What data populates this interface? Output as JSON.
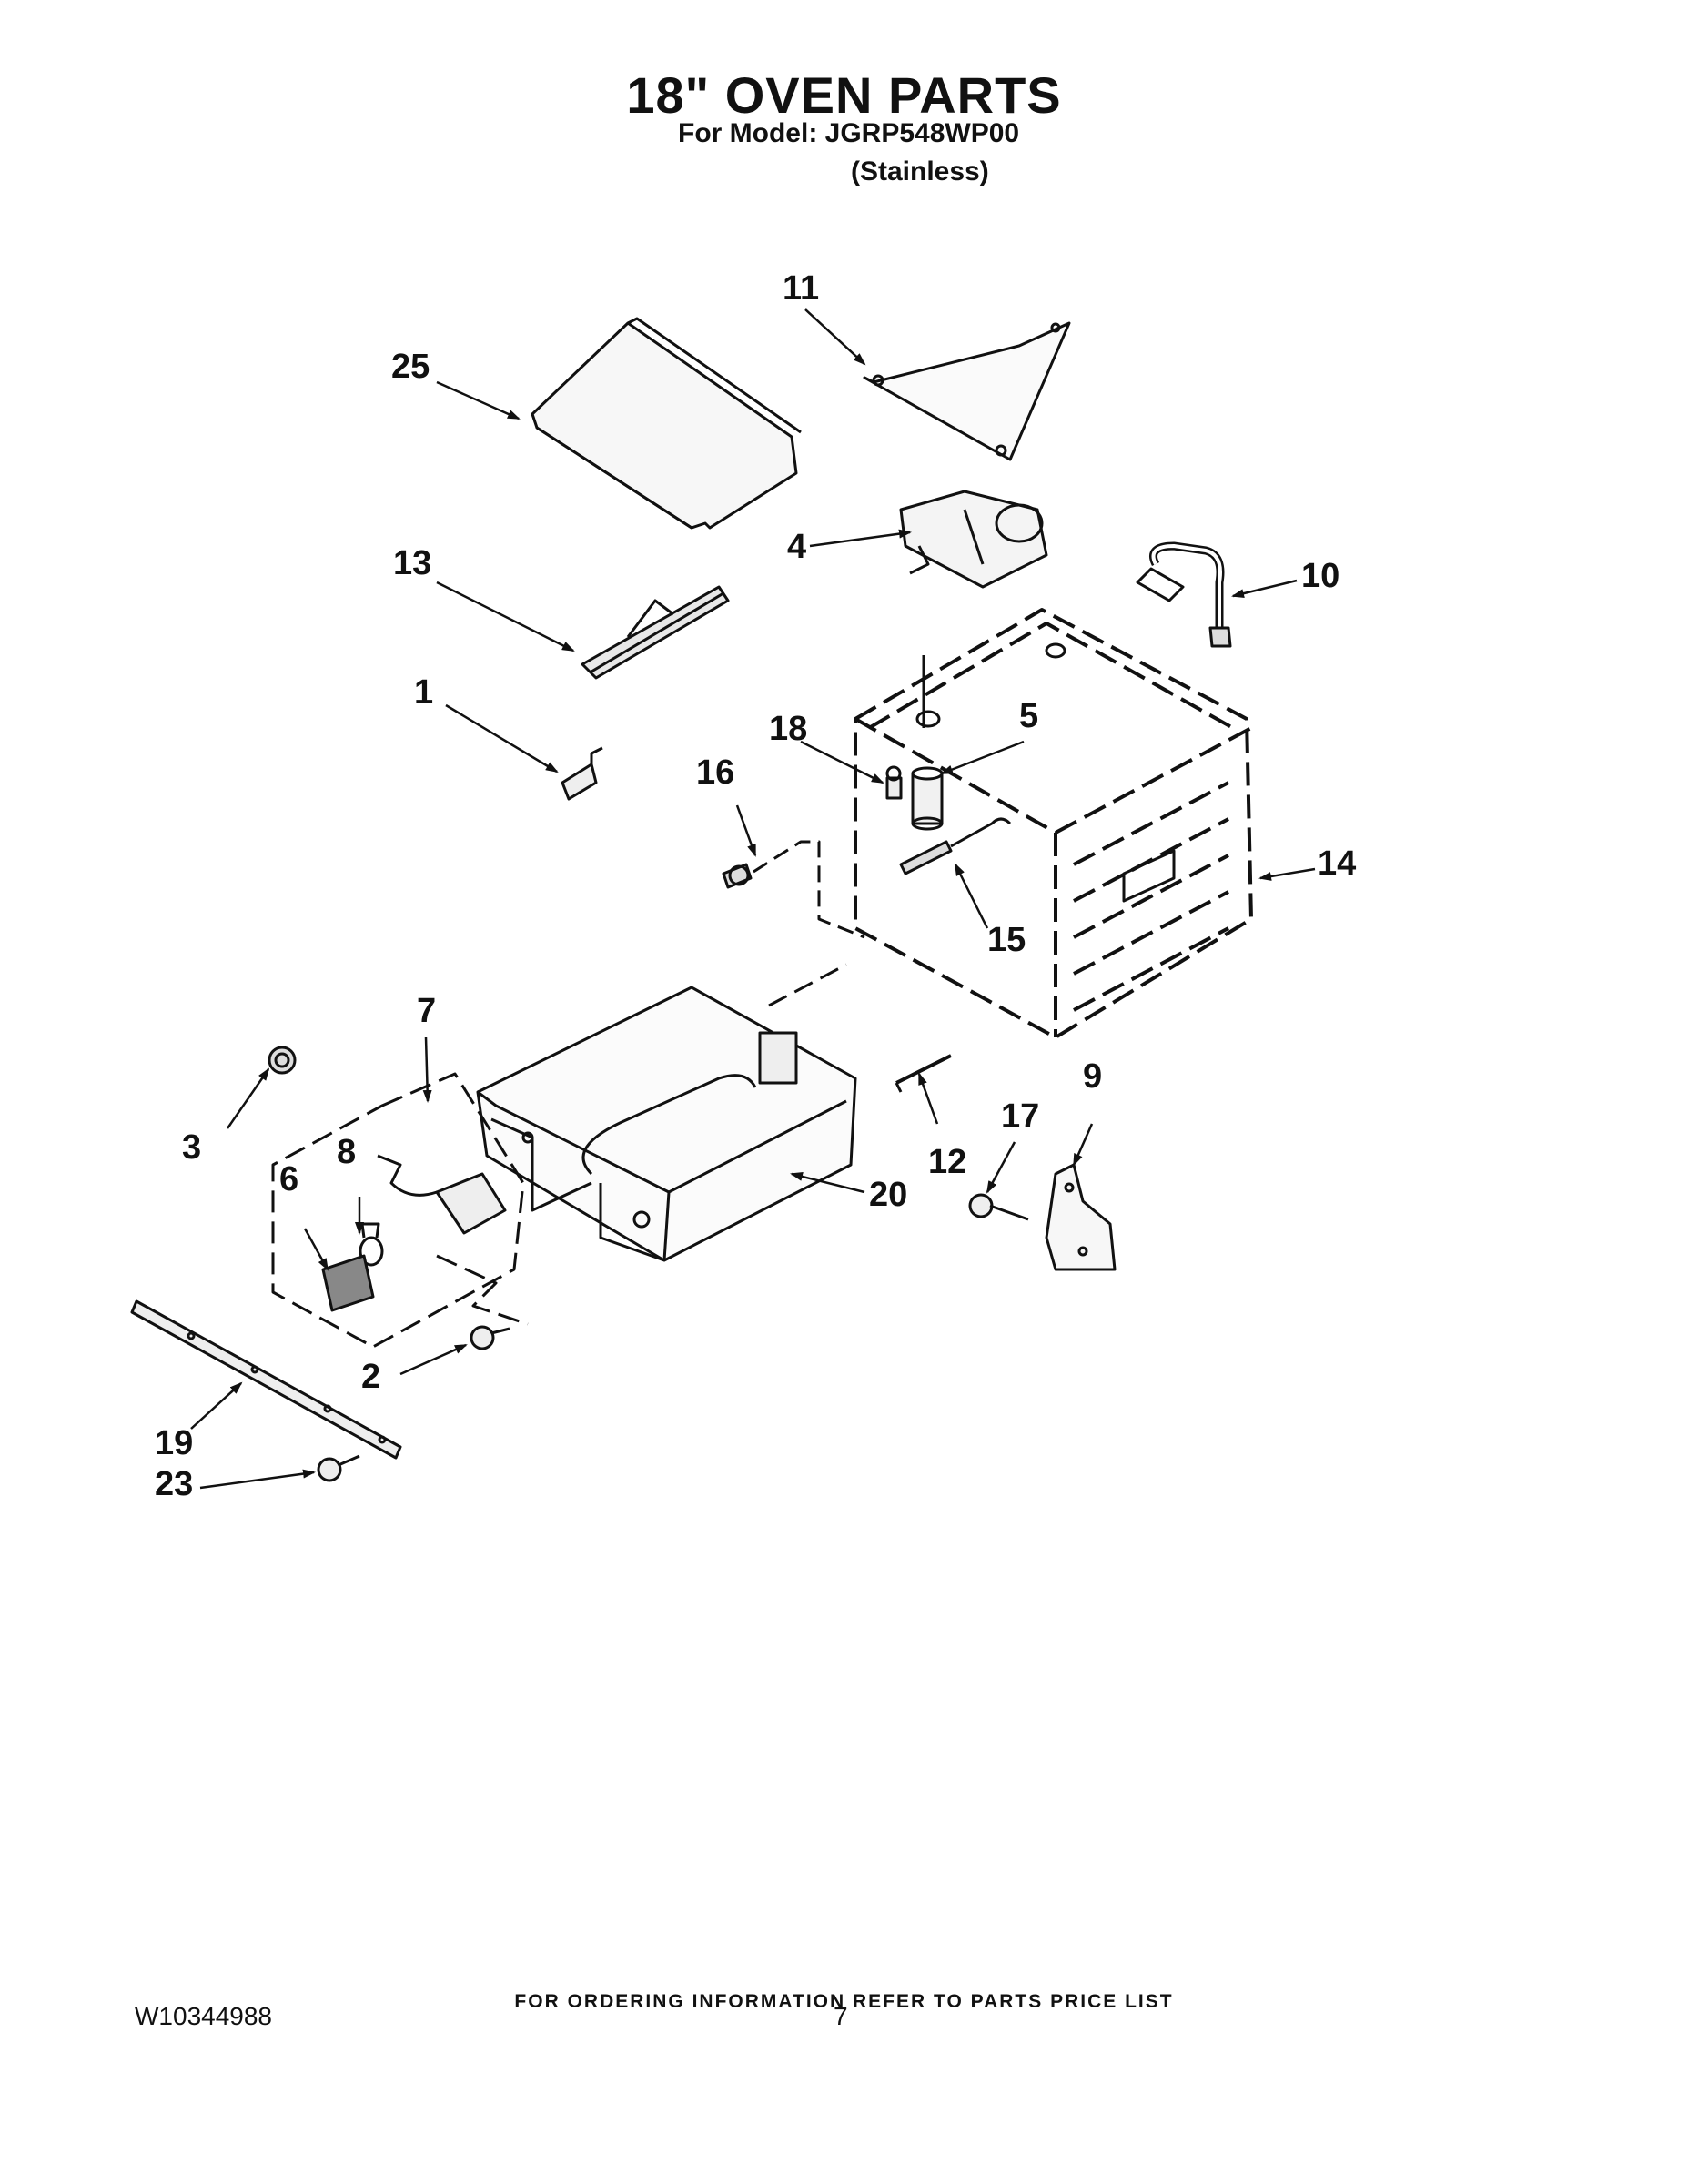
{
  "header": {
    "title": "18\" OVEN PARTS",
    "model_line": "For Model: JGRP548WP00",
    "finish": "(Stainless)"
  },
  "footer": {
    "order_info": "FOR ORDERING INFORMATION REFER TO PARTS PRICE LIST",
    "doc_number": "W10344988",
    "page_number": "7"
  },
  "callouts": {
    "c1": "1",
    "c2": "2",
    "c3": "3",
    "c4": "4",
    "c5": "5",
    "c6": "6",
    "c7": "7",
    "c8": "8",
    "c9": "9",
    "c10": "10",
    "c11": "11",
    "c12": "12",
    "c13": "13",
    "c14": "14",
    "c15": "15",
    "c16": "16",
    "c17": "17",
    "c18": "18",
    "c19": "19",
    "c20": "20",
    "c23": "23",
    "c25": "25"
  }
}
